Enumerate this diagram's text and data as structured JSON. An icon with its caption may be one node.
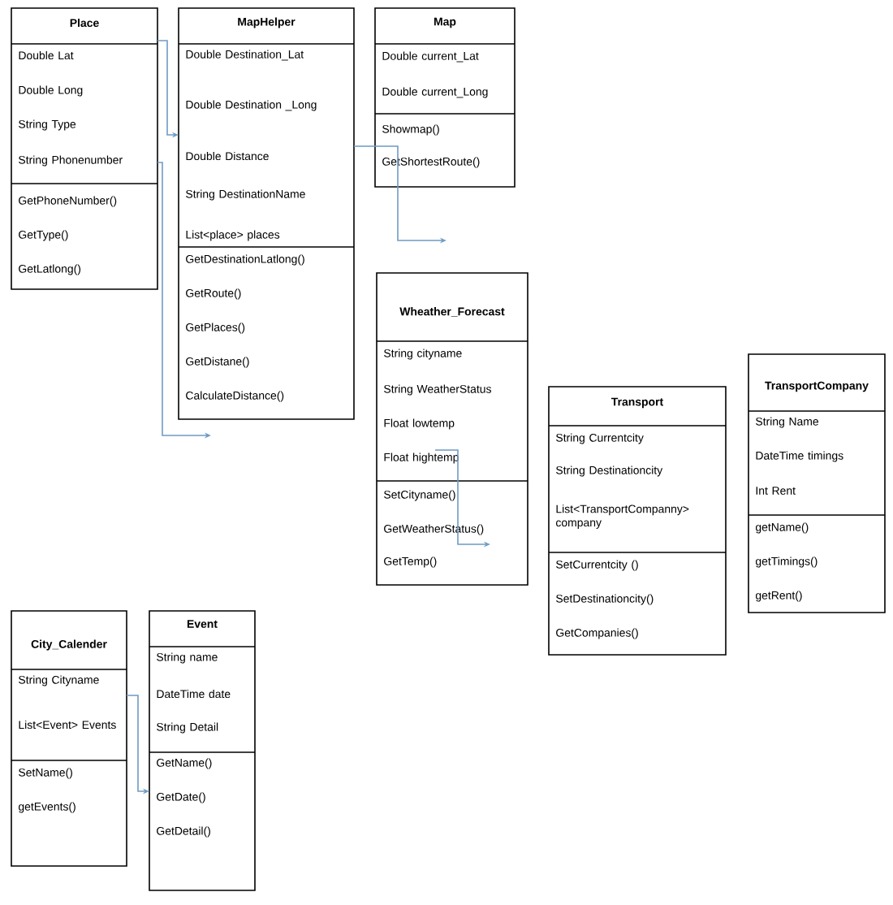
{
  "diagram": {
    "nodes": [
      {
        "text": [
          "Place",
          "Double Lat",
          "Double Long",
          "String Type",
          "String Phonenumber",
          "GetPhoneNumber()",
          "GetType()",
          "GetLatlong()"
        ]
      },
      {
        "text": [
          "MapHelper",
          "Double Destination_Lat",
          "Double Destination _Long",
          "Double Distance",
          "String DestinationName",
          "List<place> places",
          "GetDestinationLatlong()",
          "GetRoute()",
          "GetPlaces()",
          "GetDistane()",
          "CalculateDistance()"
        ]
      },
      {
        "text": [
          "Map",
          "Double current_Lat",
          "Double current_Long",
          "Showmap()",
          "GetShortestRoute()"
        ]
      },
      {
        "text": [
          "Wheather_Forecast",
          "String cityname",
          "String WeatherStatus",
          "Float lowtemp",
          "Float hightemp",
          "SetCityname()",
          "GetWeatherStatus()",
          "GetTemp()"
        ]
      },
      {
        "text": [
          "Transport",
          "String Currentcity",
          "String Destinationcity",
          "List<TransportCompanny> company",
          "SetCurrentcity ()",
          "SetDestinationcity()",
          "GetCompanies()"
        ]
      },
      {
        "text": [
          "TransportCompany",
          "String Name",
          "DateTime timings",
          "Int Rent",
          "getName()",
          "getTimings()",
          "getRent()"
        ]
      },
      {
        "text": [
          "City_Calender",
          "String Cityname",
          "List<Event> Events",
          "SetName()",
          "getEvents()"
        ]
      },
      {
        "text": [
          "Event",
          "String name",
          "DateTime date",
          "String Detail",
          "GetName()",
          "GetDate()",
          "GetDetail()"
        ]
      }
    ],
    "edges": [
      {
        "from": 0,
        "to": 1,
        "arrow": "to"
      },
      {
        "from": 0,
        "to": 1,
        "arrow": "to"
      },
      {
        "from": 1,
        "to": null,
        "arrow": "to"
      },
      {
        "from": 3,
        "to": null,
        "arrow": "to"
      },
      {
        "from": 6,
        "to": 7,
        "arrow": "to"
      }
    ]
  }
}
